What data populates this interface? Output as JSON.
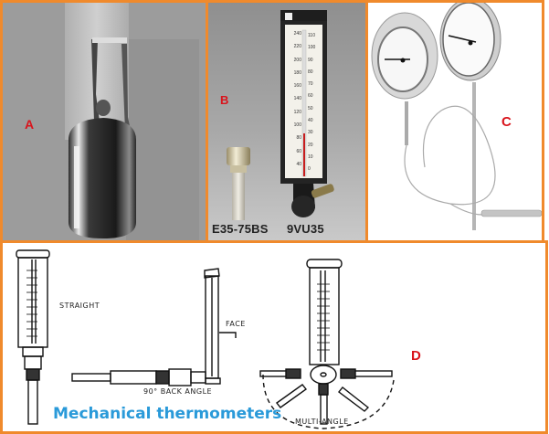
{
  "figure": {
    "title": "Mechanical thermometers",
    "border_color": "#f08a2c",
    "label_color": "#d9141c",
    "title_color": "#2a9ad9"
  },
  "panels": {
    "a": {
      "label": "A",
      "subject": "liquid-in-glass bulb"
    },
    "b": {
      "label": "B",
      "items": [
        {
          "caption": "E35-75BS"
        },
        {
          "caption": "9VU35"
        }
      ],
      "scale_f": [
        "240",
        "220",
        "200",
        "180",
        "160",
        "140",
        "120",
        "100",
        "80",
        "60",
        "40"
      ],
      "scale_c": [
        "110",
        "100",
        "90",
        "80",
        "70",
        "60",
        "50",
        "40",
        "30",
        "20",
        "10",
        "0"
      ]
    },
    "c": {
      "label": "C",
      "subject": "dial thermometers with capillary"
    },
    "d": {
      "label": "D",
      "captions": {
        "straight": "STRAIGHT",
        "face": "FACE",
        "back_angle": "90° BACK ANGLE",
        "multi_angle": "MULTI-ANGLE"
      }
    }
  }
}
